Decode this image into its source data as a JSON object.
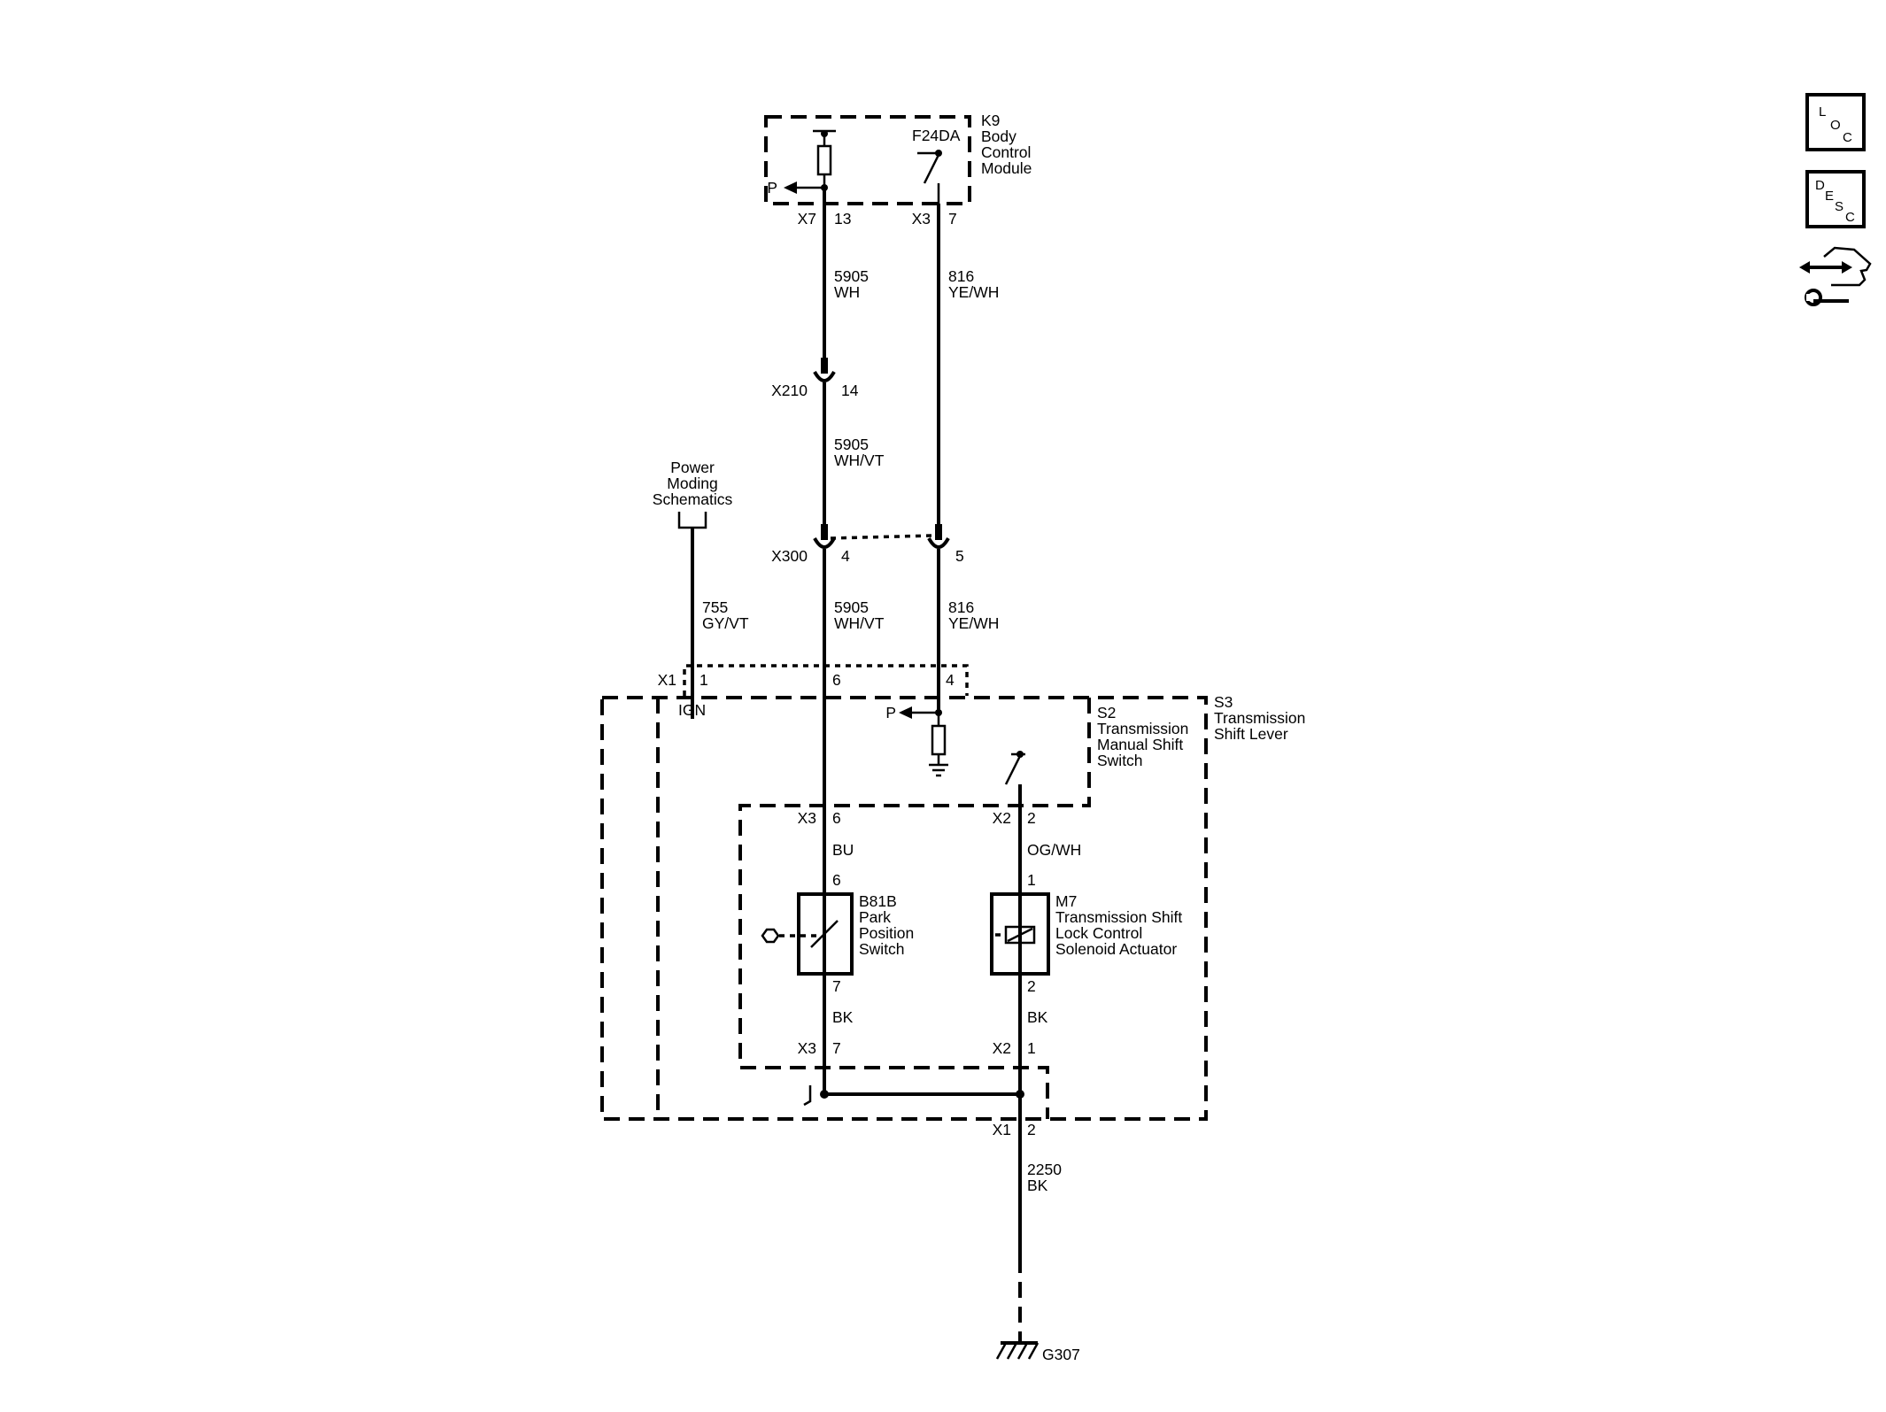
{
  "modules": {
    "k9": {
      "id": "K9",
      "lines": [
        "Body",
        "Control",
        "Module"
      ],
      "fuse": "F24DA",
      "p": "P"
    },
    "s3": {
      "id": "S3",
      "lines": [
        "Transmission",
        "Shift Lever"
      ]
    },
    "s2": {
      "id": "S2",
      "lines": [
        "Transmission",
        "Manual Shift",
        "Switch"
      ],
      "p": "P"
    },
    "b81b": {
      "id": "B81B",
      "lines": [
        "Park",
        "Position",
        "Switch"
      ]
    },
    "m7": {
      "id": "M7",
      "lines": [
        "Transmission Shift",
        "Lock Control",
        "Solenoid Actuator"
      ]
    }
  },
  "power_moding": [
    "Power",
    "Moding",
    "Schematics"
  ],
  "connectors": {
    "k9_x7": {
      "name": "X7",
      "pin": "13"
    },
    "k9_x3": {
      "name": "X3",
      "pin": "7"
    },
    "x210": {
      "name": "X210",
      "pin": "14"
    },
    "x300": {
      "name": "X300",
      "pin_a": "4",
      "pin_b": "5"
    },
    "s3_x1": {
      "name": "X1",
      "pin_a": "1",
      "pin_b": "6",
      "pin_c": "4",
      "ign": "IGN"
    },
    "b81_x3_top": {
      "name": "X3",
      "pin": "6"
    },
    "m7_x2_top": {
      "name": "X2",
      "pin": "2"
    },
    "b81_pin_top": "6",
    "b81_pin_bot": "7",
    "m7_pin_top": "1",
    "m7_pin_bot": "2",
    "b81_x3_bot": {
      "name": "X3",
      "pin": "7"
    },
    "m7_x2_bot": {
      "name": "X2",
      "pin": "1"
    },
    "s3_x1_bot": {
      "name": "X1",
      "pin": "2"
    }
  },
  "wires": {
    "w5905_wh": [
      "5905",
      "WH"
    ],
    "w816_upper": [
      "816",
      "YE/WH"
    ],
    "w5905_whvt_upper": [
      "5905",
      "WH/VT"
    ],
    "w755": [
      "755",
      "GY/VT"
    ],
    "w5905_whvt_lower": [
      "5905",
      "WH/VT"
    ],
    "w816_lower": [
      "816",
      "YE/WH"
    ],
    "bu": "BU",
    "ogwh": "OG/WH",
    "bk_left": "BK",
    "bk_right": "BK",
    "w2250": [
      "2250",
      "BK"
    ]
  },
  "ground": "G307",
  "side_buttons": {
    "loc": [
      "L",
      "O",
      "C"
    ],
    "desc": [
      "D",
      "E",
      "S",
      "C"
    ],
    "connector_icon": "connector-repair-icon"
  }
}
